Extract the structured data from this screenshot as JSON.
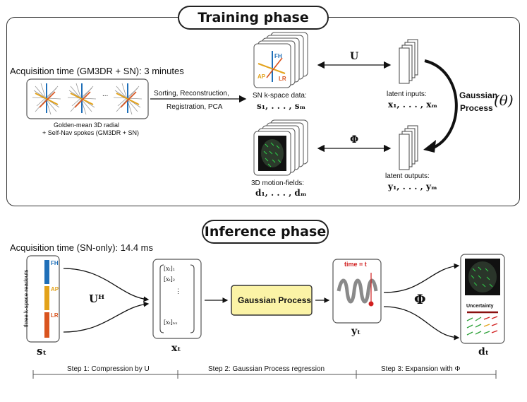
{
  "training": {
    "title": "Training phase",
    "acq_time": "Acquisition time (GM3DR + SN): 3 minutes",
    "dots": "...",
    "caption_line1": "Golden-mean 3D radial",
    "caption_line2": "+ Self-Nav spokes (GM3DR + SN)",
    "proc_line1": "Sorting, Reconstruction,",
    "proc_line2": "Registration, PCA",
    "axis_fh": "FH",
    "axis_ap": "AP",
    "axis_lr": "LR",
    "sn_label1": "SN k-space data:",
    "sn_label2": "s₁, . . . , sₘ",
    "mf_label1": "3D motion-fields:",
    "mf_label2": "d₁, . . . , dₘ",
    "U": "U",
    "Phi": "Φ",
    "li_label1": "latent inputs:",
    "li_label2": "x₁, . . . , xₘ",
    "lo_label1": "latent outputs:",
    "lo_label2": "y₁, . . . , yₘ",
    "gp_line1": "Gaussian",
    "gp_line2": "Process",
    "theta": "(θ)"
  },
  "inference": {
    "title": "Inference phase",
    "acq_time": "Acquisition time (SN-only): 14.4 ms",
    "readouts_label": "three k-space readouts",
    "fh": "FH",
    "ap": "AP",
    "lr": "LR",
    "s_label": "sₜ",
    "U_H": "Uᴴ",
    "x_rows": [
      "[xₜ]₁",
      "[xₜ]₂",
      "⋮",
      "[xₜ]ₙₓ"
    ],
    "x_label": "xₜ",
    "gp_box": "Gaussian Process",
    "time_label": "time = t",
    "y_label": "yₜ",
    "Phi": "Φ",
    "uncertainty": "Uncertainty",
    "d_label": "dₜ",
    "step1": "Step 1: Compression by U",
    "step2": "Step 2: Gaussian Process regression",
    "step3": "Step 3: Expansion with Φ"
  },
  "colors": {
    "fh": "#1f6fb8",
    "ap": "#e3a21a",
    "lr": "#d9541e",
    "gp_fill": "#fbf3a6",
    "wave": "#8a8a8a",
    "marker": "#d11f1f",
    "mri_green": "#2fd24a"
  }
}
